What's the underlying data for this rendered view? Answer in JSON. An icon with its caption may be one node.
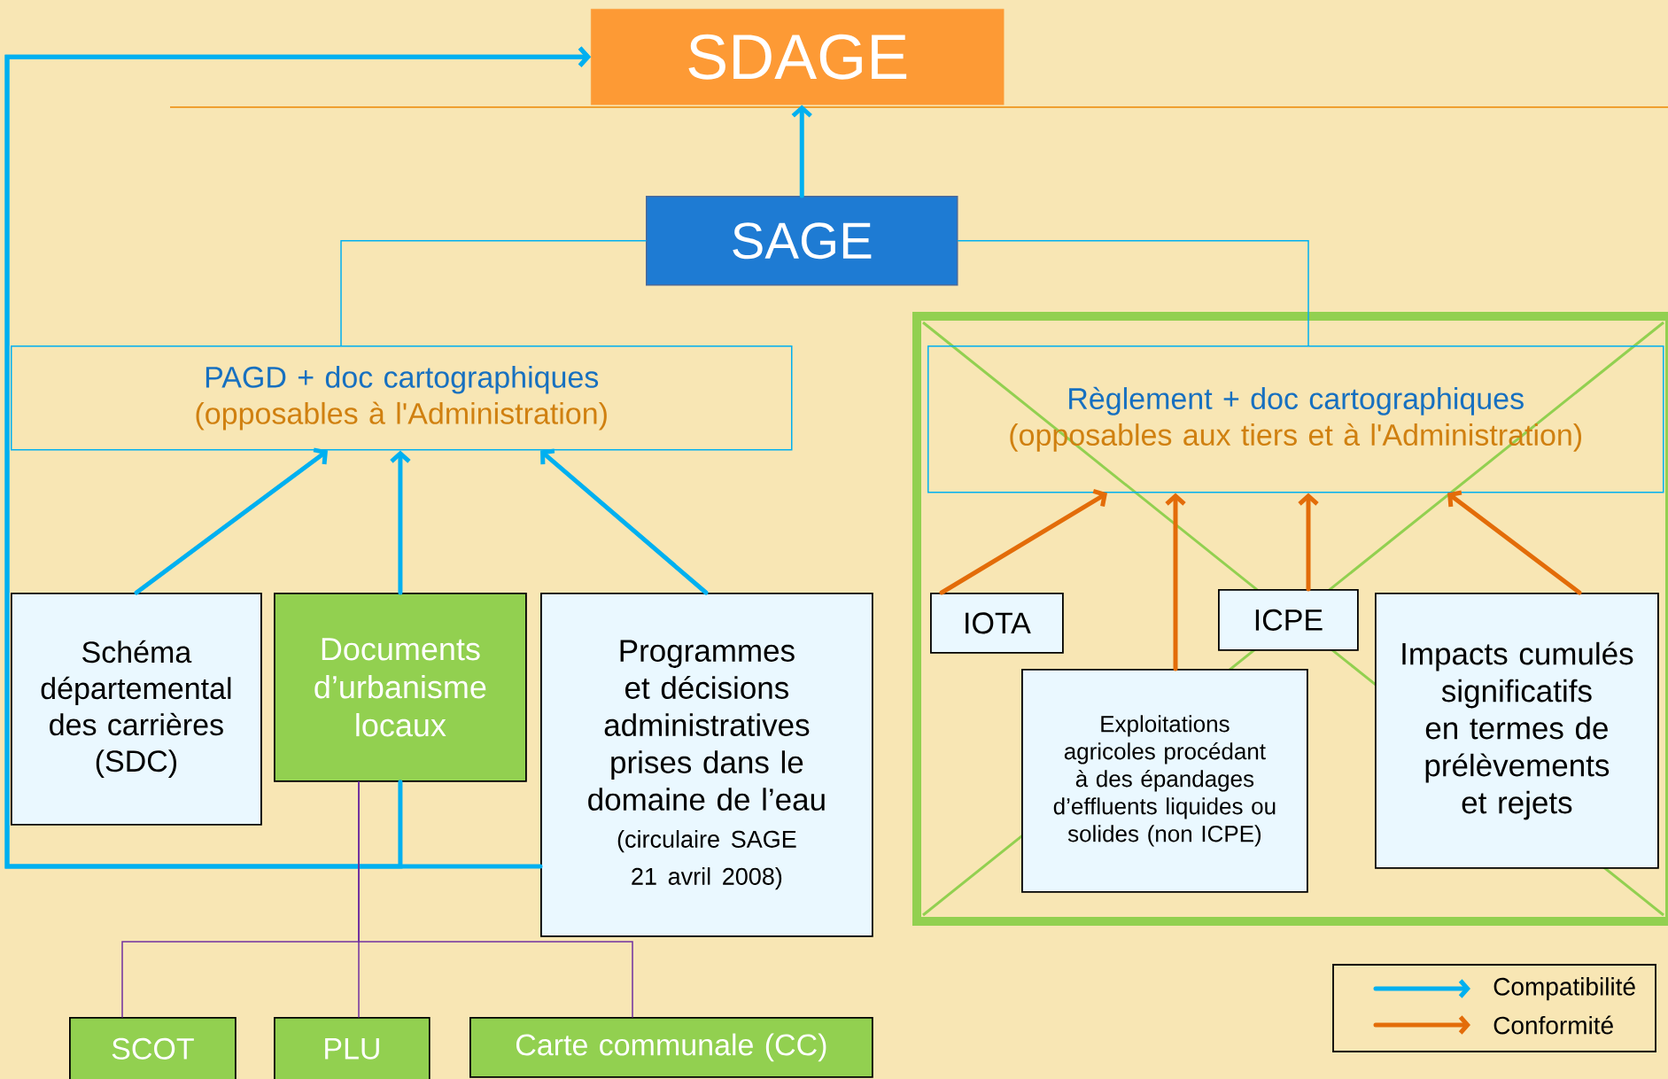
{
  "diagram": {
    "nodes": [
      {
        "text": [
          "SDAGE"
        ]
      },
      {
        "text": [
          "SAGE"
        ]
      },
      {
        "text": [
          "PAGD + doc cartographiques",
          "(opposables à l'Administration)"
        ]
      },
      {
        "text": [],
        "shape": "box"
      },
      {
        "text": [
          "Règlement + doc cartographiques",
          "(opposables aux tiers et à l'Administration)"
        ],
        "in": 3
      },
      {
        "text": [
          "Schéma départemental des carrières (SDC)"
        ]
      },
      {
        "text": [
          "Documents d’urbanisme locaux"
        ]
      },
      {
        "text": [
          "Programmes et décisions administratives prises dans le domaine de l’eau",
          "(circulaire SAGE 21 avril 2008)"
        ]
      },
      {
        "text": [
          "IOTA"
        ],
        "in": 3
      },
      {
        "text": [
          "ICPE"
        ],
        "in": 3
      },
      {
        "text": [
          "Exploitations agricoles procédant à des épandages d’effluents liquides ou solides (non ICPE)"
        ],
        "in": 3
      },
      {
        "text": [
          "Impacts cumulés significatifs en termes de prélèvements et rejets"
        ],
        "in": 3
      },
      {
        "text": [
          "SCOT"
        ]
      },
      {
        "text": [
          "PLU"
        ]
      },
      {
        "text": [
          "Carte communale (CC)"
        ]
      }
    ],
    "edges": [
      {
        "from": 1,
        "to": 0,
        "arrow": "to"
      },
      {
        "from": 1,
        "to": 2,
        "arrow": "none"
      },
      {
        "from": 1,
        "to": 4,
        "arrow": "none"
      },
      {
        "from": 5,
        "to": 2,
        "arrow": "to"
      },
      {
        "from": 6,
        "to": 2,
        "arrow": "to"
      },
      {
        "from": 7,
        "to": 2,
        "arrow": "to"
      },
      {
        "from": 6,
        "to": 0,
        "arrow": "to"
      },
      {
        "from": 7,
        "to": 0,
        "arrow": "to"
      },
      {
        "from": 8,
        "to": 4,
        "arrow": "to",
        "color": "#e36c09"
      },
      {
        "from": 10,
        "to": 4,
        "arrow": "to",
        "color": "#e36c09"
      },
      {
        "from": 9,
        "to": 4,
        "arrow": "to",
        "color": "#e36c09"
      },
      {
        "from": 11,
        "to": 4,
        "arrow": "to",
        "color": "#e36c09"
      },
      {
        "from": 6,
        "to": 12,
        "arrow": "none",
        "color": "#7030a0"
      },
      {
        "from": 6,
        "to": 13,
        "arrow": "none",
        "color": "#7030a0"
      },
      {
        "from": 6,
        "to": 14,
        "arrow": "none",
        "color": "#7030a0"
      }
    ],
    "legend": [
      {
        "text": "Compatibilité"
      },
      {
        "text": "Conformité"
      }
    ]
  }
}
